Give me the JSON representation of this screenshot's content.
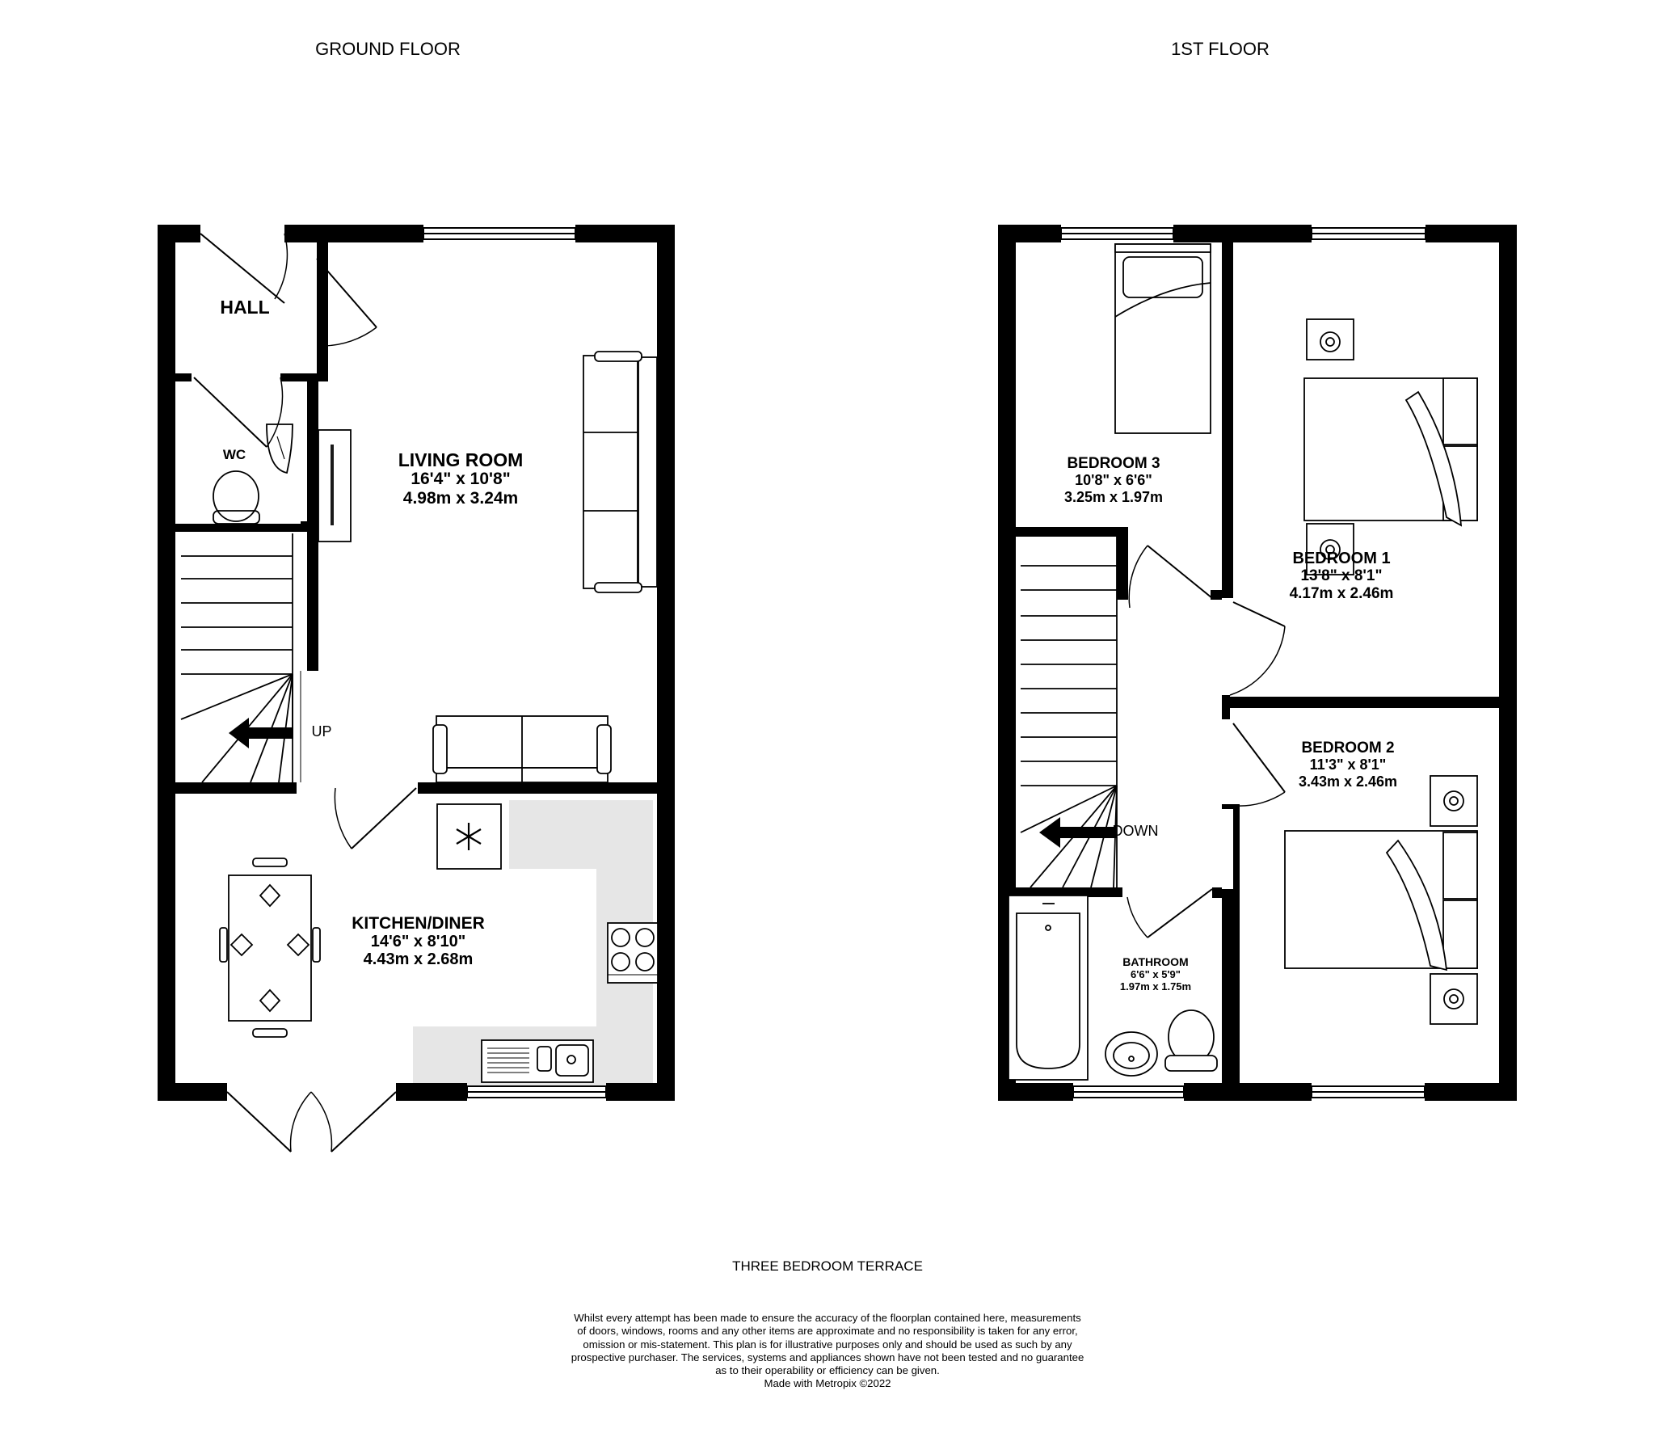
{
  "floors": {
    "ground": "GROUND FLOOR",
    "first": "1ST FLOOR"
  },
  "rooms": {
    "hall": {
      "name": "HALL"
    },
    "wc": {
      "name": "WC"
    },
    "living": {
      "name": "LIVING ROOM",
      "imperial": "16'4\"  x 10'8\"",
      "metric": "4.98m  x 3.24m"
    },
    "kitchen": {
      "name": "KITCHEN/DINER",
      "imperial": "14'6\"  x 8'10\"",
      "metric": "4.43m  x 2.68m"
    },
    "bedroom3": {
      "name": "BEDROOM 3",
      "imperial": "10'8\"  x 6'6\"",
      "metric": "3.25m  x 1.97m"
    },
    "bedroom1": {
      "name": "BEDROOM 1",
      "imperial": "13'8\"  x 8'1\"",
      "metric": "4.17m  x 2.46m"
    },
    "bedroom2": {
      "name": "BEDROOM 2",
      "imperial": "11'3\"  x 8'1\"",
      "metric": "3.43m  x 2.46m"
    },
    "bathroom": {
      "name": "BATHROOM",
      "imperial": "6'6\"  x 5'9\"",
      "metric": "1.97m  x 1.75m"
    }
  },
  "stairs": {
    "up": "UP",
    "down": "DOWN"
  },
  "caption": "THREE BEDROOM TERRACE",
  "disclaimer": {
    "lines": [
      "Whilst every attempt has been made to ensure the accuracy of the floorplan contained here, measurements",
      "of doors, windows, rooms and any other items are approximate and no responsibility is taken for any error,",
      "omission or mis-statement. This plan is for illustrative purposes only and should be used as such by any",
      "prospective purchaser. The services, systems and appliances shown have not been tested and no guarantee",
      "as to their operability or efficiency can be given."
    ],
    "credit": "Made with Metropix ©2022"
  },
  "colors": {
    "wall": "#000000",
    "worktop": "#e6e6e6",
    "background": "#ffffff"
  }
}
